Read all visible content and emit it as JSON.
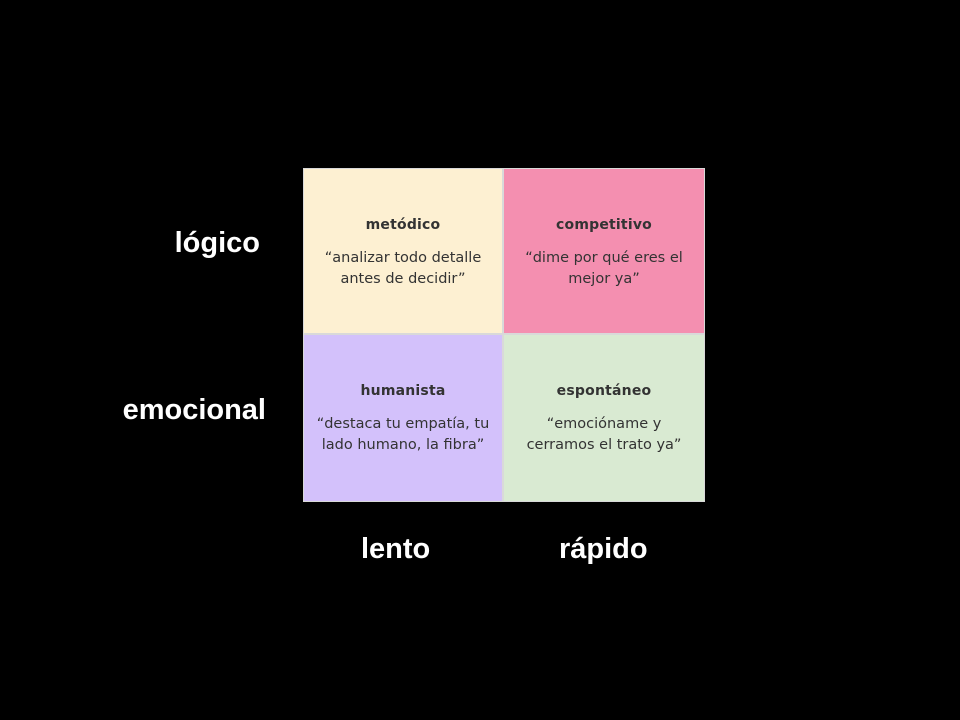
{
  "rows": {
    "top": "lógico",
    "bottom": "emocional"
  },
  "columns": {
    "left": "lento",
    "right": "rápido"
  },
  "quadrants": {
    "top_left": {
      "title": "metódico",
      "quote": "“analizar todo detalle antes de decidir”",
      "color": "#fdf0d2"
    },
    "top_right": {
      "title": "competitivo",
      "quote": "“dime por qué eres el mejor ya”",
      "color": "#f48fb0"
    },
    "bottom_left": {
      "title": "humanista",
      "quote": "“destaca tu empatía, tu lado humano, la fibra”",
      "color": "#d3c1fb"
    },
    "bottom_right": {
      "title": "espontáneo",
      "quote": "“emocióname y cerramos el trato ya”",
      "color": "#d9ead2"
    }
  }
}
